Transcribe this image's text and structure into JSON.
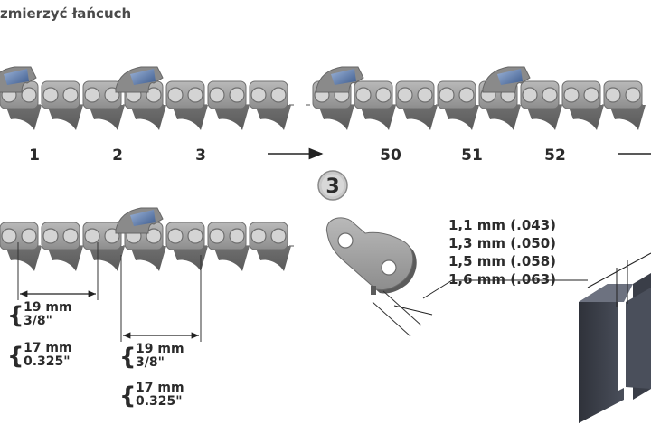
{
  "header": {
    "title": "zmierzyć łańcuch"
  },
  "top_chain": {
    "link_numbers_left": [
      "1",
      "2",
      "3"
    ],
    "link_numbers_right": [
      "50",
      "51",
      "52"
    ]
  },
  "step_badge": {
    "number": "3"
  },
  "pitch": {
    "left": {
      "mm_19": "19 mm",
      "in_38": "3/8\"",
      "mm_17": "17 mm",
      "in_325": "0.325\""
    },
    "right": {
      "mm_19": "19 mm",
      "in_38": "3/8\"",
      "mm_17": "17 mm",
      "in_325": "0.325\""
    }
  },
  "gauge": {
    "sizes": [
      "1,1 mm (.043)",
      "1,3 mm (.050)",
      "1,5 mm (.058)",
      "1,6 mm (.063)"
    ]
  },
  "colors": {
    "link": "#7a7a7a",
    "link_light": "#bdbdbd",
    "cutter": "#3c5a8c",
    "groove": "#3b3f4a"
  }
}
